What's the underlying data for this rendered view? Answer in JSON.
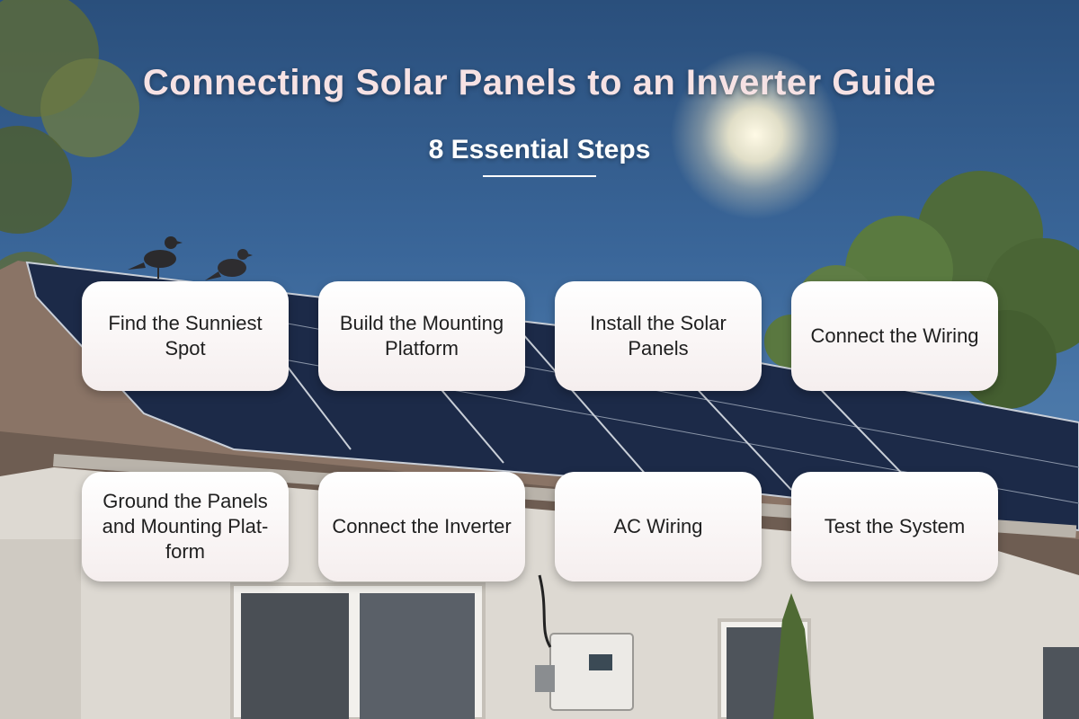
{
  "title": "Connecting Solar Panels to an Inverter Guide",
  "subtitle": "8 Essential Steps",
  "steps": [
    "Find the Sunniest Spot",
    "Build the Mounting Platform",
    "Install the Solar Panels",
    "Connect the Wiring",
    "Ground the Panels and Mounting Plat-form",
    "Connect the Inverter",
    "AC Wiring",
    "Test the System"
  ],
  "colors": {
    "sky": "#3a6699",
    "title_text": "#f6e2e4",
    "card_bg": "#ffffff",
    "card_text": "#1f1f1f",
    "panel": "#1c2a48",
    "wall": "#ddd9d2"
  },
  "background_icons": [
    "sun-icon",
    "bird-icon",
    "tree-icon",
    "solar-panel-icon",
    "inverter-icon",
    "window-icon"
  ]
}
